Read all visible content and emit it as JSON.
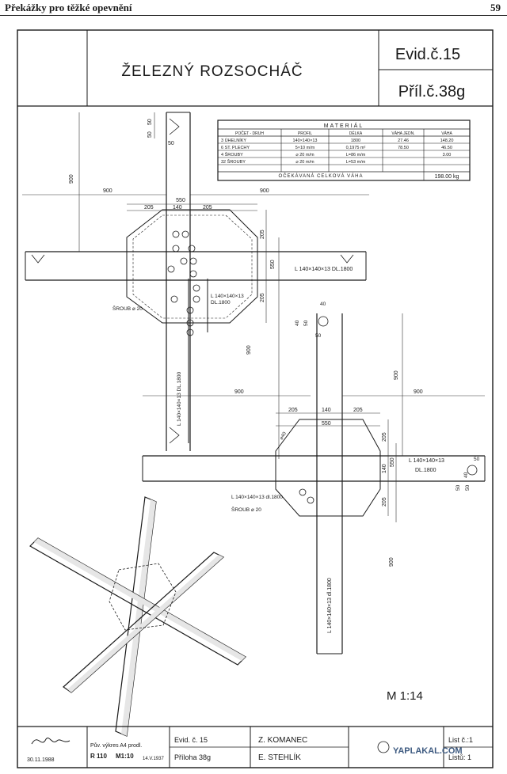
{
  "running_header": {
    "title": "Překážky pro těžké opevnění",
    "page": "59"
  },
  "title_block": {
    "title": "ŽELEZNÝ ROZSOCHÁČ",
    "evid": "Evid.č.15",
    "priloha": "Příl.č.38g"
  },
  "material_table": {
    "heading": "MATERIÁL",
    "columns": [
      "POČET - DRUH",
      "PROFIL",
      "DÉLKA",
      "VÁHA JEDN.",
      "VÁHA"
    ],
    "rows": [
      [
        "3 ÚHELNÍKY",
        "140×140×13",
        "1800",
        "27.46",
        "148.20"
      ],
      [
        "6 ST. PLECHY",
        "5×10 m/m",
        "0,1975 m²",
        "78.50",
        "46.50"
      ],
      [
        "4 ŠROUBY",
        "⌀ 20 m/m",
        "L=86 m/m",
        "",
        "3.00"
      ],
      [
        "32 ŠROUBY",
        "⌀ 20 m/m",
        "L=53 m/m",
        "",
        ""
      ]
    ],
    "total_label": "OČEKÁVANÁ CELKOVÁ VÁHA",
    "total_value": "198.00 kg"
  },
  "dims": {
    "d50a": "50",
    "d50b": "50",
    "d50c": "50",
    "d900v": "900",
    "d900l": "900",
    "d900r": "900",
    "d550": "550",
    "d205l": "205",
    "d140": "140",
    "d205r": "205",
    "d205v1": "205",
    "d550v": "550",
    "d205v2": "205",
    "d900v2": "900",
    "d40": "40",
    "d40b": "40",
    "d50d": "50",
    "d50e": "50",
    "d900v3": "900",
    "d900l2": "900",
    "d900r2": "900",
    "d205b1": "205",
    "d140b": "140",
    "d205b2": "205",
    "d550b": "550",
    "d205bv1": "205",
    "d140bv": "140",
    "d550bv": "550",
    "d205bv2": "205",
    "d900v4": "900",
    "d40c": "40",
    "d50f": "50",
    "d50g": "50",
    "d50h": "50"
  },
  "labels": {
    "angle_h": "L 140×140×13 DL.1800",
    "angle_mid": "L 140×140×13",
    "angle_mid2": "DL.1800",
    "bolt": "ŠROUB ⌀ 20",
    "angle_vert": "L 140×140×13 DL.1800",
    "angle_b1": "L 140×140×13",
    "angle_b1b": "DL.1800",
    "angle_b2": "L 140×140×13 dl.1800",
    "bolt_b": "ŠROUB ⌀ 20",
    "angle_vert_b": "L 140×140×13 dl.1800",
    "d40_small": "⌀40",
    "scale": "M 1:14"
  },
  "footer": {
    "date1": "30.11.1988",
    "note1": "Pův. výkres A4 prodl.",
    "note2": "R 110",
    "note3": "M1:10",
    "date2": "14.V.1937",
    "evid": "Evid. č. 15",
    "priloha": "Příloha 38g",
    "author1": "Z. KOMANEC",
    "author2": "E. STEHLÍK",
    "sheet": "List č.:1",
    "sheets": "Listů: 1",
    "watermark": "YAPLAKAL.COM"
  }
}
